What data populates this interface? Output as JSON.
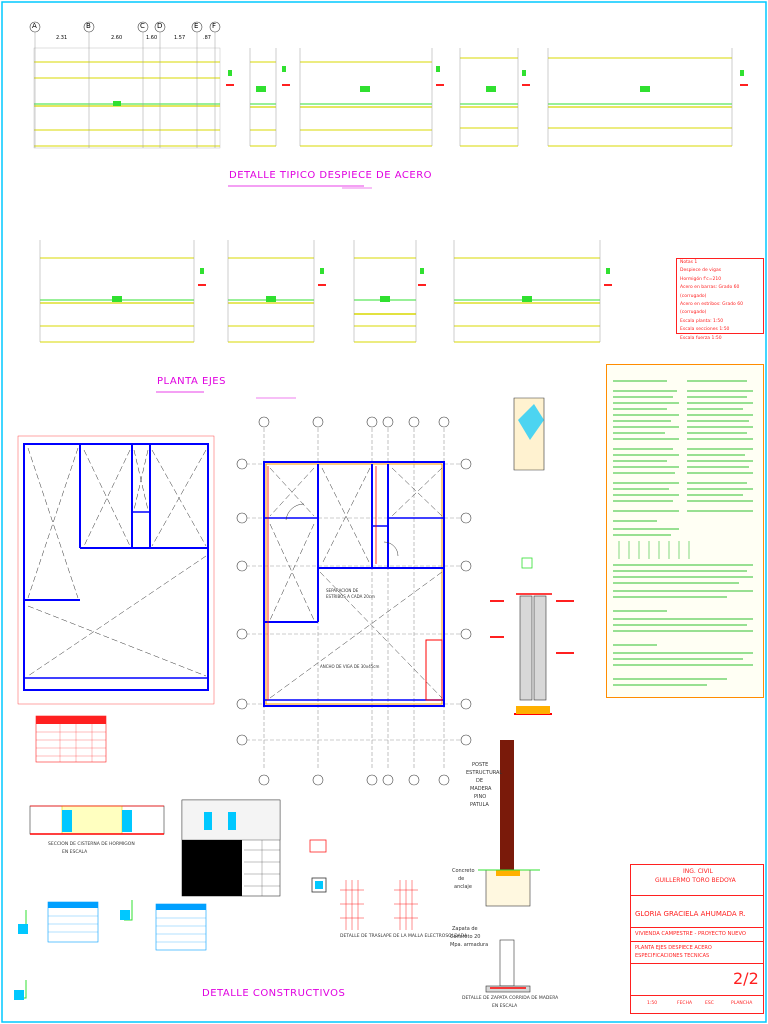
{
  "titles": {
    "steel_detail": "DETALLE TIPICO DESPIECE DE ACERO",
    "planta_ejes": "PLANTA EJES",
    "constructivos": "DETALLE CONSTRUCTIVOS"
  },
  "plan_labels": {
    "separacion_lines": [
      "SEPARACION DE",
      "ESTRIBOS  A CADA 20cm"
    ],
    "ancho_viga": "ANCHO DE VIGA DE 30x45cm"
  },
  "axis_letters_top": [
    "A",
    "B",
    "C",
    "D",
    "E",
    "F"
  ],
  "top_dims": [
    "2.31",
    "2.60",
    "1.60",
    "1.57",
    ".87"
  ],
  "legend": {
    "lines": [
      "Notas 1",
      "Despiece de vigas",
      "Hormigón f'c=210",
      "Acero en barras: Grado 60 (corrugado)",
      "Acero en estribos: Grado 60 (corrugado)",
      "Escala planta: 1:50",
      "Escala secciones 1:50",
      "Escala fuerza 1:50"
    ]
  },
  "details": {
    "section": [
      "SECCION DE CISTERNA DE HORMIGON",
      "EN ESCALA"
    ],
    "wall": "DETALLE DE TRASLAPE DE LA MALLA ELECTROSOLDADA",
    "footing": [
      "DETALLE DE ZAPATA CORRIDA DE MADERA",
      "EN ESCALA"
    ],
    "column_labels": [
      "POSTE",
      "ESTRUCTURAL",
      "DE",
      "MADERA",
      "PINO",
      "PATULA"
    ],
    "concrete_labels": [
      "Concreto",
      "de",
      "anclaje"
    ],
    "zapata_labels": [
      "Zapata de",
      "Concreto 20",
      "Mpa. armadura"
    ]
  },
  "title_block": {
    "org": "ING. CIVIL",
    "engineer": "GUILLERMO TORO BEDOYA",
    "owner": "GLORIA GRACIELA AHUMADA R.",
    "project": "VIVIENDA CAMPESTRE - PROYECTO NUEVO",
    "sheet_desc_1": "PLANTA EJES DESPIECE ACERO",
    "sheet_desc_2": "ESPECIFICACIONES TECNICAS",
    "sheet_number": "2/2",
    "footer": [
      "1:50",
      "FECHA",
      "ESC",
      "PLANCHA"
    ]
  },
  "colors": {
    "beam": "#d8d800",
    "rebar": "#30e030",
    "wall_blue": "#0000ff",
    "accent_magenta": "#e000e0",
    "frame_cyan": "#00c8ff",
    "red": "#ff0000",
    "orange": "#ff8c00"
  }
}
